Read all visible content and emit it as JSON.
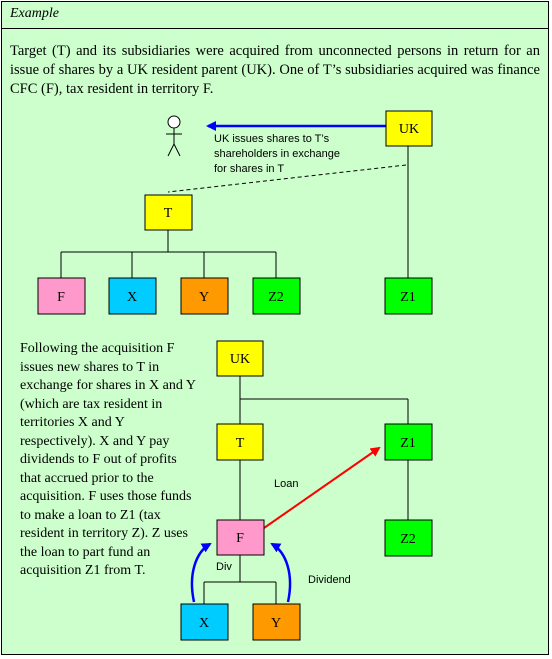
{
  "title": "Example",
  "intro": "Target (T) and its subsidiaries were acquired from unconnected persons in return for an issue of shares by a UK resident parent (UK). One of T’s subsidiaries acquired was finance CFC (F), tax resident in territory F.",
  "description": "Following the acquisition F issues new shares to T in exchange for shares in X and Y (which are tax resident in territories X and Y respectively). X and Y pay dividends to F out of profits that accrued prior to the acquisition. F uses those funds to make a loan to Z1 (tax resident in territory Z). Z uses the loan to part fund an acquisition Z1 from T.",
  "top_diagram": {
    "uk": "UK",
    "t": "T",
    "f": "F",
    "x": "X",
    "y": "Y",
    "z2": "Z2",
    "z1": "Z1",
    "arrow_note": [
      "UK issues shares to T’s",
      "shareholders in exchange",
      "for shares in T"
    ]
  },
  "bottom_diagram": {
    "uk": "UK",
    "t": "T",
    "z1": "Z1",
    "f": "F",
    "z2": "Z2",
    "x": "X",
    "y": "Y",
    "loan_label": "Loan",
    "div_label": "Div",
    "dividend_label": "Dividend"
  },
  "colors": {
    "background": "#ccffcc",
    "yellow": "#ffff00",
    "pink": "#ff99cc",
    "cyan": "#00ccff",
    "orange": "#ff9900",
    "green": "#00ff00",
    "blue_arrow": "#0000ff",
    "red_arrow": "#ff0000"
  }
}
